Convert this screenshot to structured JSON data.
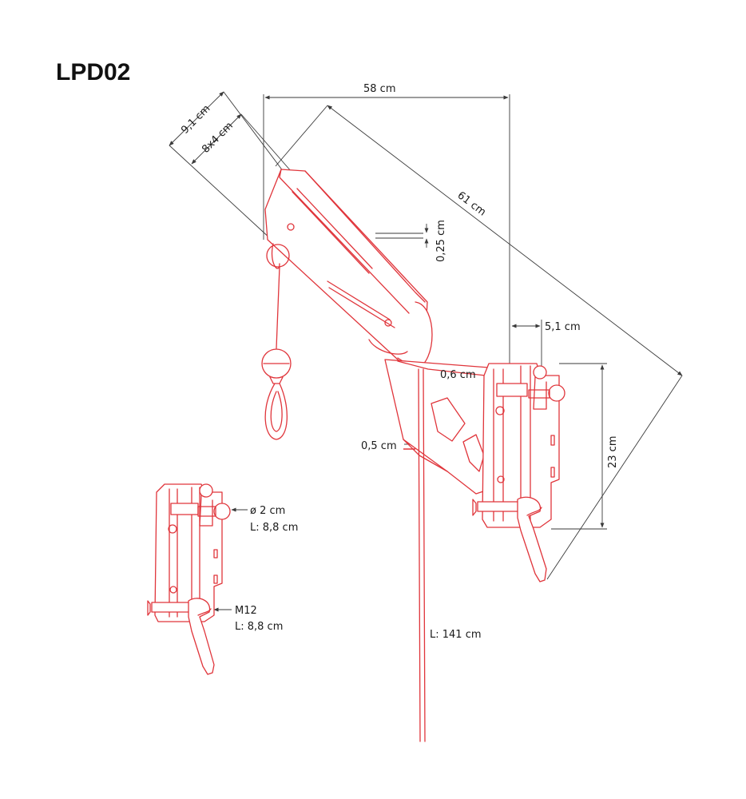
{
  "diagram": {
    "title": "LPD02",
    "labels": {
      "width_top": "58 cm",
      "depth_a": "9,1 cm",
      "depth_b": "8x4 cm",
      "arm_length": "61 cm",
      "wall_thickness": "0,25 cm",
      "bracket_offset": "5,1 cm",
      "plate_thickness": "0,6 cm",
      "bracket_height": "23 cm",
      "cable_gap": "0,5 cm",
      "cable_length": "L: 141 cm",
      "pin_diameter": "ø 2 cm",
      "pin_length": "L: 8,8 cm",
      "bolt_size": "M12",
      "bolt_length": "L: 8,8 cm"
    },
    "colors": {
      "drawing": "#e0353b",
      "dimension": "#3a3a3a",
      "title": "#111111"
    }
  }
}
